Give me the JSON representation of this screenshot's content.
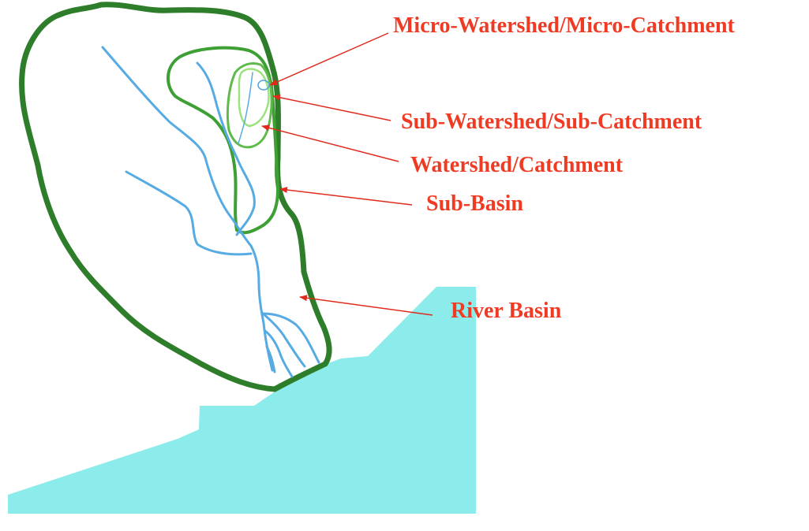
{
  "colors": {
    "background": "#ffffff",
    "sea": "#8CEBEB",
    "river_basin_outline": "#2E7D2A",
    "sub_basin_outline": "#3E9F35",
    "watershed_outline": "#5EBB4A",
    "sub_watershed_outline": "#9CE27E",
    "micro_watershed_outline": "#4FA3E3",
    "stream": "#56ABE3",
    "label": "#EF3B24",
    "leader_line": "#E02A1E"
  },
  "labels": {
    "micro_watershed": "Micro-Watershed/Micro-Catchment",
    "sub_watershed": "Sub-Watershed/Sub-Catchment",
    "watershed": "Watershed/Catchment",
    "sub_basin": "Sub-Basin",
    "river_basin": "River Basin"
  }
}
